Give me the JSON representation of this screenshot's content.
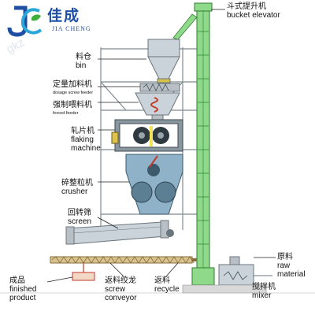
{
  "logo": {
    "chinese": "佳成",
    "english": "JIA CHENG",
    "watermark": "gkz"
  },
  "colors": {
    "frame_green": "#8fd98a",
    "frame_stroke": "#2f7d32",
    "machine_grey": "#b8c0c6",
    "steel_blue": "#8fb2c9",
    "brand_blue": "#1f4fa3",
    "flow_yellow": "#f1e25a",
    "conveyor_brown": "#8a6a3a"
  },
  "labels": {
    "bucket_elevator": {
      "cn": "斗式提升机",
      "en": "bucket elevator"
    },
    "bin": {
      "cn": "料仓",
      "en": "bin"
    },
    "dosage_feeder": {
      "cn": "定量加料机",
      "en": "dosage screw feeder"
    },
    "forced_feeder": {
      "cn": "强制喂料机",
      "en": "forced feeder"
    },
    "flaking_machine": {
      "cn": "轧片机",
      "en1": "flaking",
      "en2": "machine"
    },
    "crusher": {
      "cn": "碎整粒机",
      "en": "crusher"
    },
    "screen": {
      "cn": "回转筛",
      "en": "screen"
    },
    "raw_material": {
      "cn": "原料",
      "en1": "raw",
      "en2": "material"
    },
    "finished_product": {
      "cn": "成品",
      "en1": "finished",
      "en2": "product"
    },
    "screw_conveyor": {
      "cn": "返料绞龙",
      "en1": "screw",
      "en2": "conveyor"
    },
    "recycle": {
      "cn": "返料",
      "en": "recycle"
    },
    "mixer": {
      "cn": "搅拌机",
      "en": "mixer"
    }
  }
}
